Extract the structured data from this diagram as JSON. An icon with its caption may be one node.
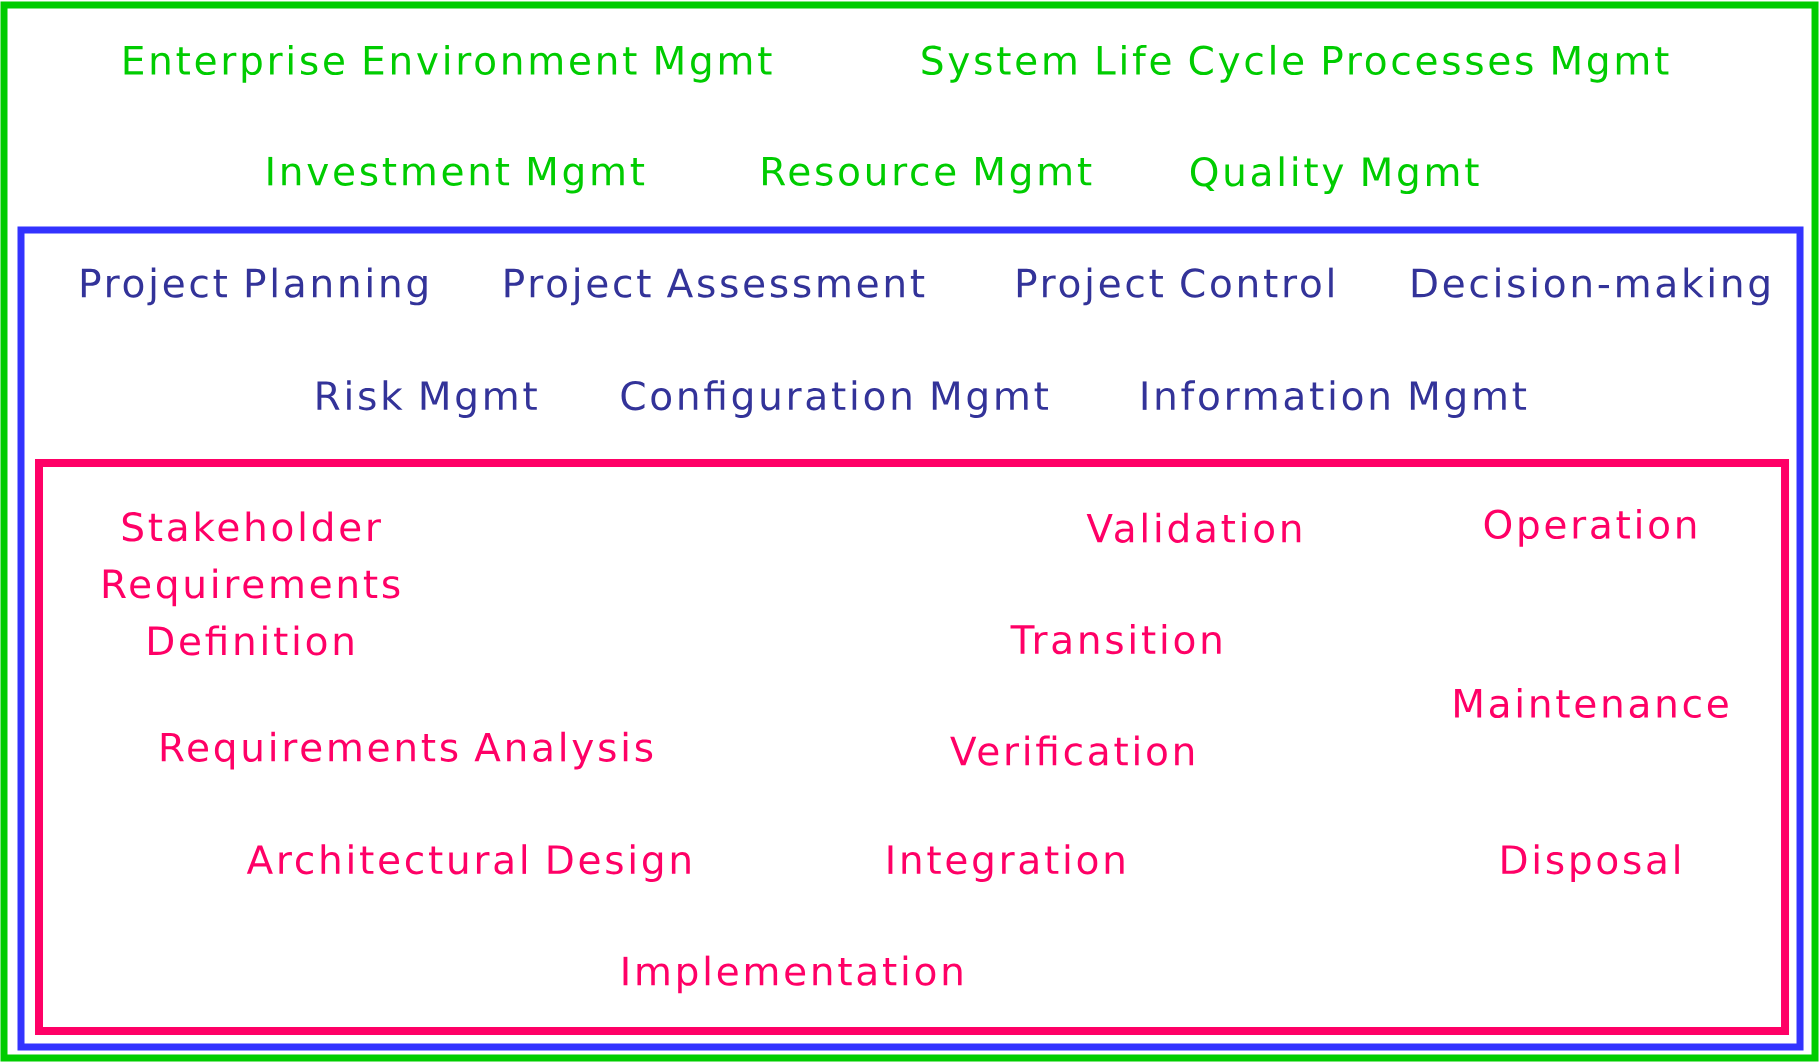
{
  "diagram": {
    "nodes": [
      {
        "text": [
          "Enterprise Environment Mgmt",
          "System Life Cycle Processes Mgmt",
          "Investment Mgmt",
          "Resource Mgmt",
          "Quality Mgmt"
        ]
      },
      {
        "text": [
          "Project Planning",
          "Project Assessment",
          "Project Control",
          "Decision-making",
          "Risk Mgmt",
          "Configuration Mgmt",
          "Information Mgmt"
        ],
        "in": 0
      },
      {
        "text": [
          "Stakeholder Requirements Definition",
          "Validation",
          "Operation",
          "Transition",
          "Maintenance",
          "Requirements Analysis",
          "Verification",
          "Architectural Design",
          "Integration",
          "Disposal",
          "Implementation"
        ],
        "in": 1
      }
    ]
  }
}
